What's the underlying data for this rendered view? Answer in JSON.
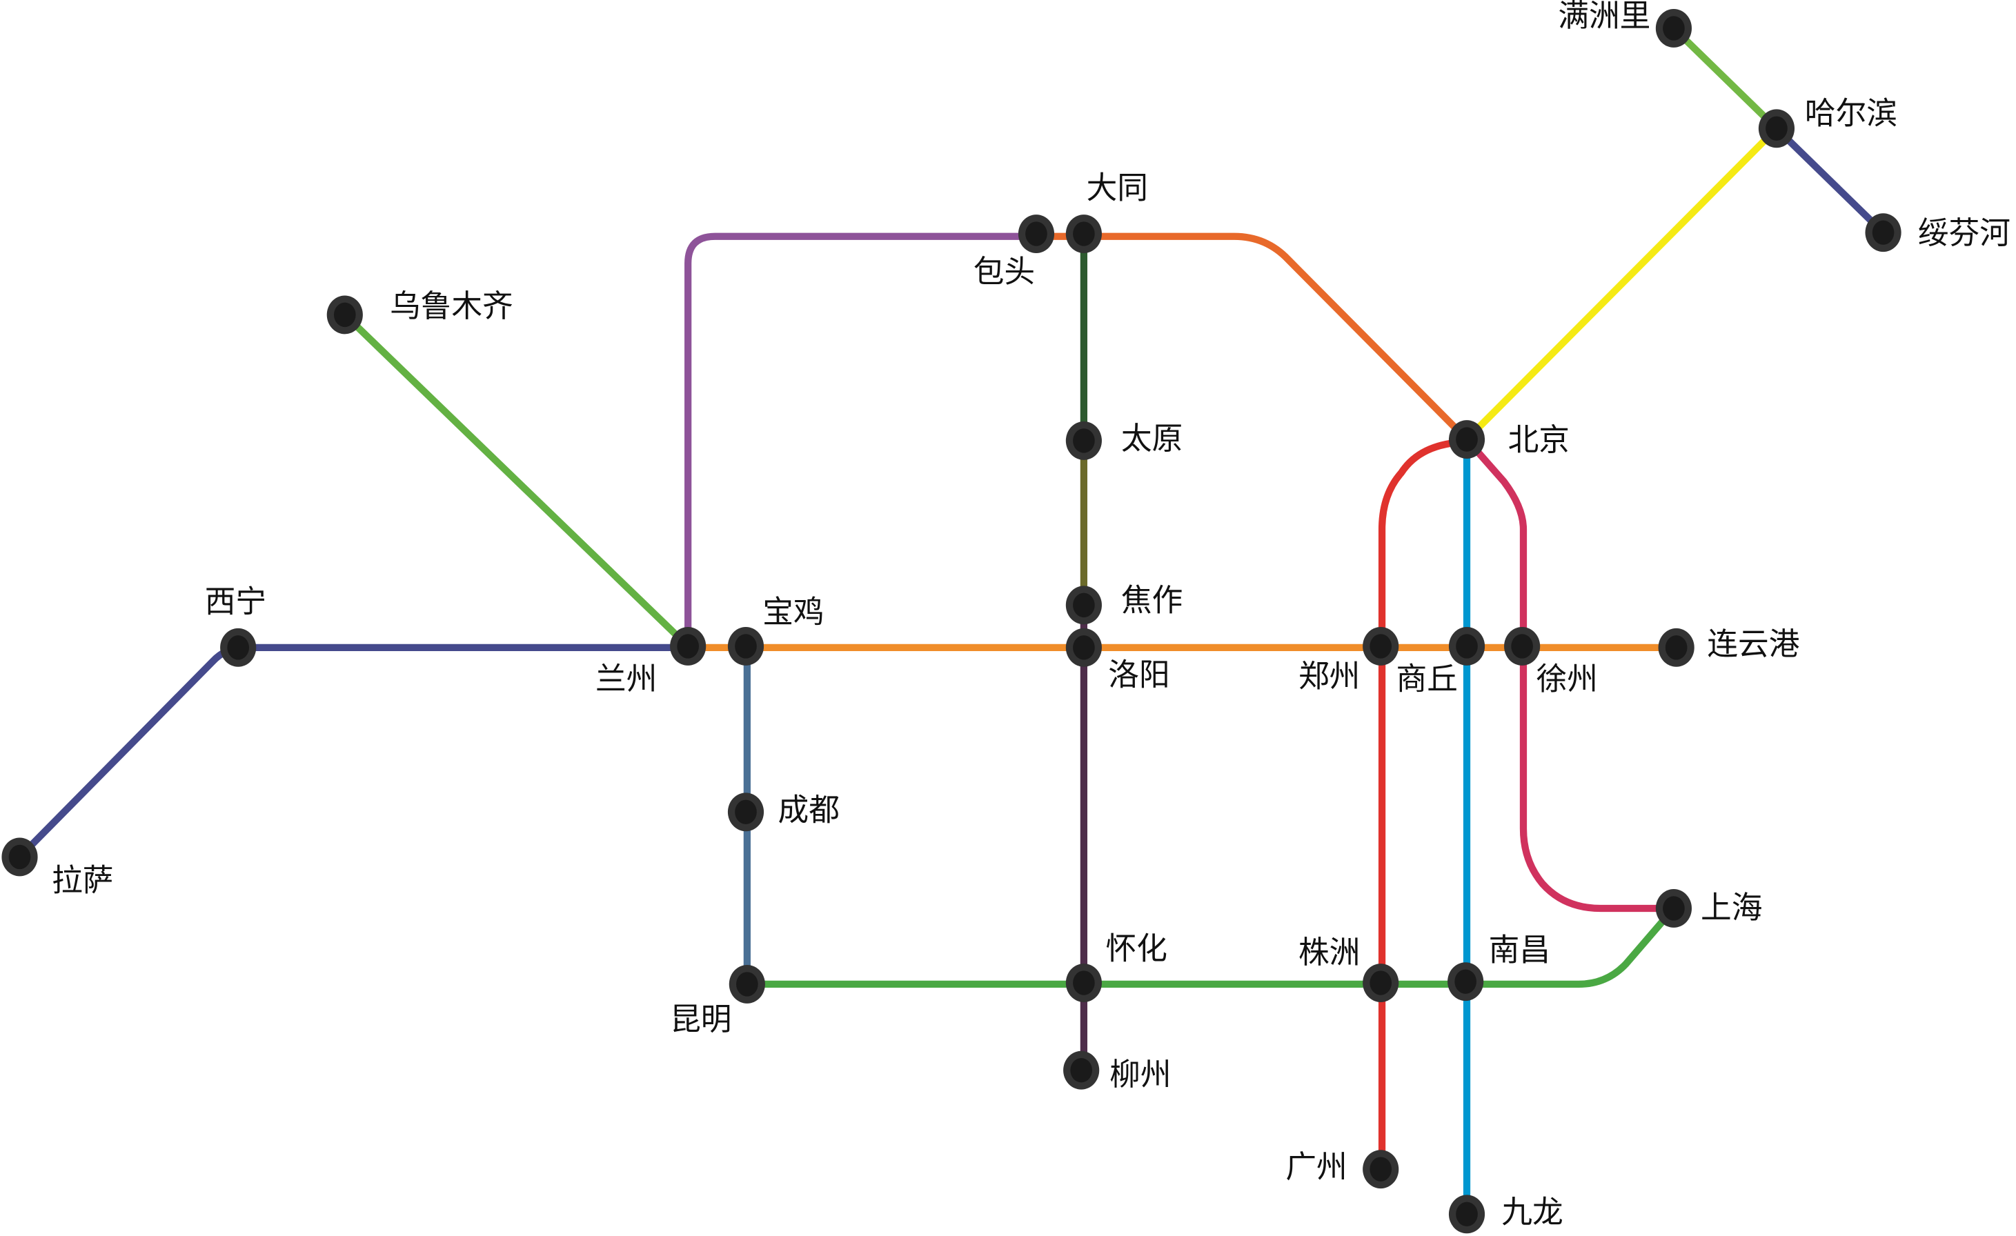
{
  "map": {
    "stations": {
      "manzhouli": "满洲里",
      "haerbin": "哈尔滨",
      "suifenhe": "绥芬河",
      "datong": "大同",
      "baotou": "包头",
      "wulumuqi": "乌鲁木齐",
      "taiyuan": "太原",
      "beijing": "北京",
      "jiaozuo": "焦作",
      "xining": "西宁",
      "lanzhou": "兰州",
      "baoji": "宝鸡",
      "luoyang": "洛阳",
      "zhengzhou": "郑州",
      "shangqiu": "商丘",
      "xuzhou": "徐州",
      "lianyungang": "连云港",
      "chengdu": "成都",
      "lasa": "拉萨",
      "shanghai": "上海",
      "kunming": "昆明",
      "huaihua": "怀化",
      "zhuzhou": "株洲",
      "nanchang": "南昌",
      "liuzhou": "柳州",
      "guangzhou": "广州",
      "jiulong": "九龙"
    },
    "line_colors": {
      "purple": "#8e5399",
      "orange_red": "#e8692a",
      "yellow": "#f5ea14",
      "light_green": "#72b844",
      "navy": "#454a8c",
      "green": "#63b143",
      "orange": "#f08d2a",
      "steel_blue": "#4a7095",
      "south_green": "#4aa843",
      "dark_green": "#2d5a2f",
      "olive": "#6b6a2a",
      "dark_purple": "#4e2d4a",
      "red": "#e0322d",
      "cyan": "#0097d0",
      "magenta": "#d0325e"
    }
  }
}
